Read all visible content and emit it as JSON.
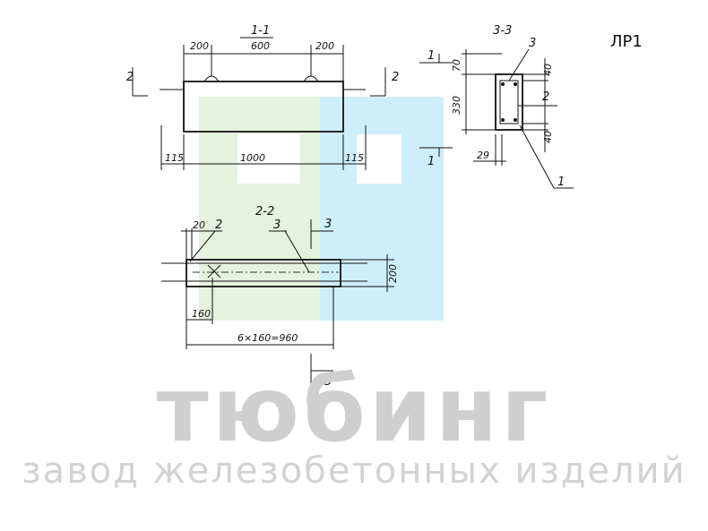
{
  "product_code": "ЛР1",
  "brand": {
    "name": "тюбинг",
    "tagline": "завод железобетонных изделий",
    "colors": {
      "green": "#e3f3dd",
      "blue": "#cdeefa",
      "text": "#cfcfcf"
    }
  },
  "section_1_1": {
    "title": "1-1",
    "cut_left": "2",
    "cut_right": "2",
    "dims_top": [
      "200",
      "600",
      "200"
    ],
    "dims_bottom": [
      "115",
      "1000",
      "115"
    ]
  },
  "section_2_2": {
    "title": "2-2",
    "dim_top_left": "20",
    "callout_2": "2",
    "callout_3": "3",
    "cut_top": "3",
    "cut_bottom": "3",
    "height_dim": "200",
    "dim_step": "160",
    "dim_total": "6×160=960"
  },
  "section_3_3": {
    "title": "3-3",
    "callout_3": "3",
    "callout_2": "2",
    "callout_1": "1",
    "cut_top": "1",
    "cut_bottom": "1",
    "dim_height": "330",
    "dim_top": "70",
    "dim_right_top": "40",
    "dim_right_bottom": "40",
    "dim_bottom": "29"
  }
}
